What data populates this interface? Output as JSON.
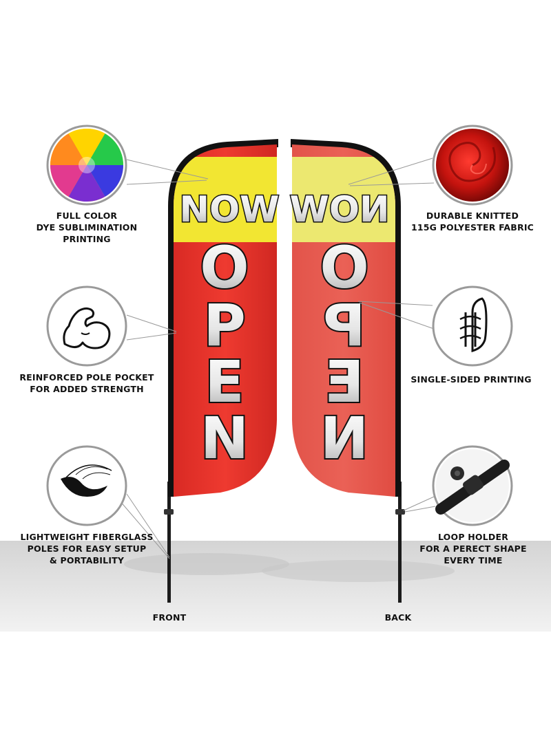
{
  "flags": [
    {
      "side_label": "FRONT",
      "top_word": "NOW",
      "letters": [
        "O",
        "P",
        "E",
        "N"
      ]
    },
    {
      "side_label": "BACK",
      "top_word": "NOW",
      "letters": [
        "O",
        "P",
        "E",
        "N"
      ]
    }
  ],
  "features": {
    "printing": "FULL COLOR\nDYE SUBLIMINATION\nPRINTING",
    "fabric": "DURABLE KNITTED\n115G POLYESTER FABRIC",
    "pocket": "REINFORCED POLE POCKET\nFOR ADDED STRENGTH",
    "sided": "SINGLE-SIDED PRINTING",
    "poles": "LIGHTWEIGHT FIBERGLASS\nPOLES FOR EASY SETUP\n& PORTABILITY",
    "loop": "LOOP HOLDER\nFOR A PERECT SHAPE\nEVERY TIME"
  },
  "icons": [
    "color-wheel-icon",
    "red-fabric-icon",
    "flexed-arm-icon",
    "pole-pocket-icon",
    "feather-icon",
    "loop-holder-icon"
  ],
  "colors": {
    "flag_red": "#e5322c",
    "flag_red_back": "#e85a50",
    "banner_yellow": "#f2e632",
    "ground": "#dcdcdc"
  }
}
